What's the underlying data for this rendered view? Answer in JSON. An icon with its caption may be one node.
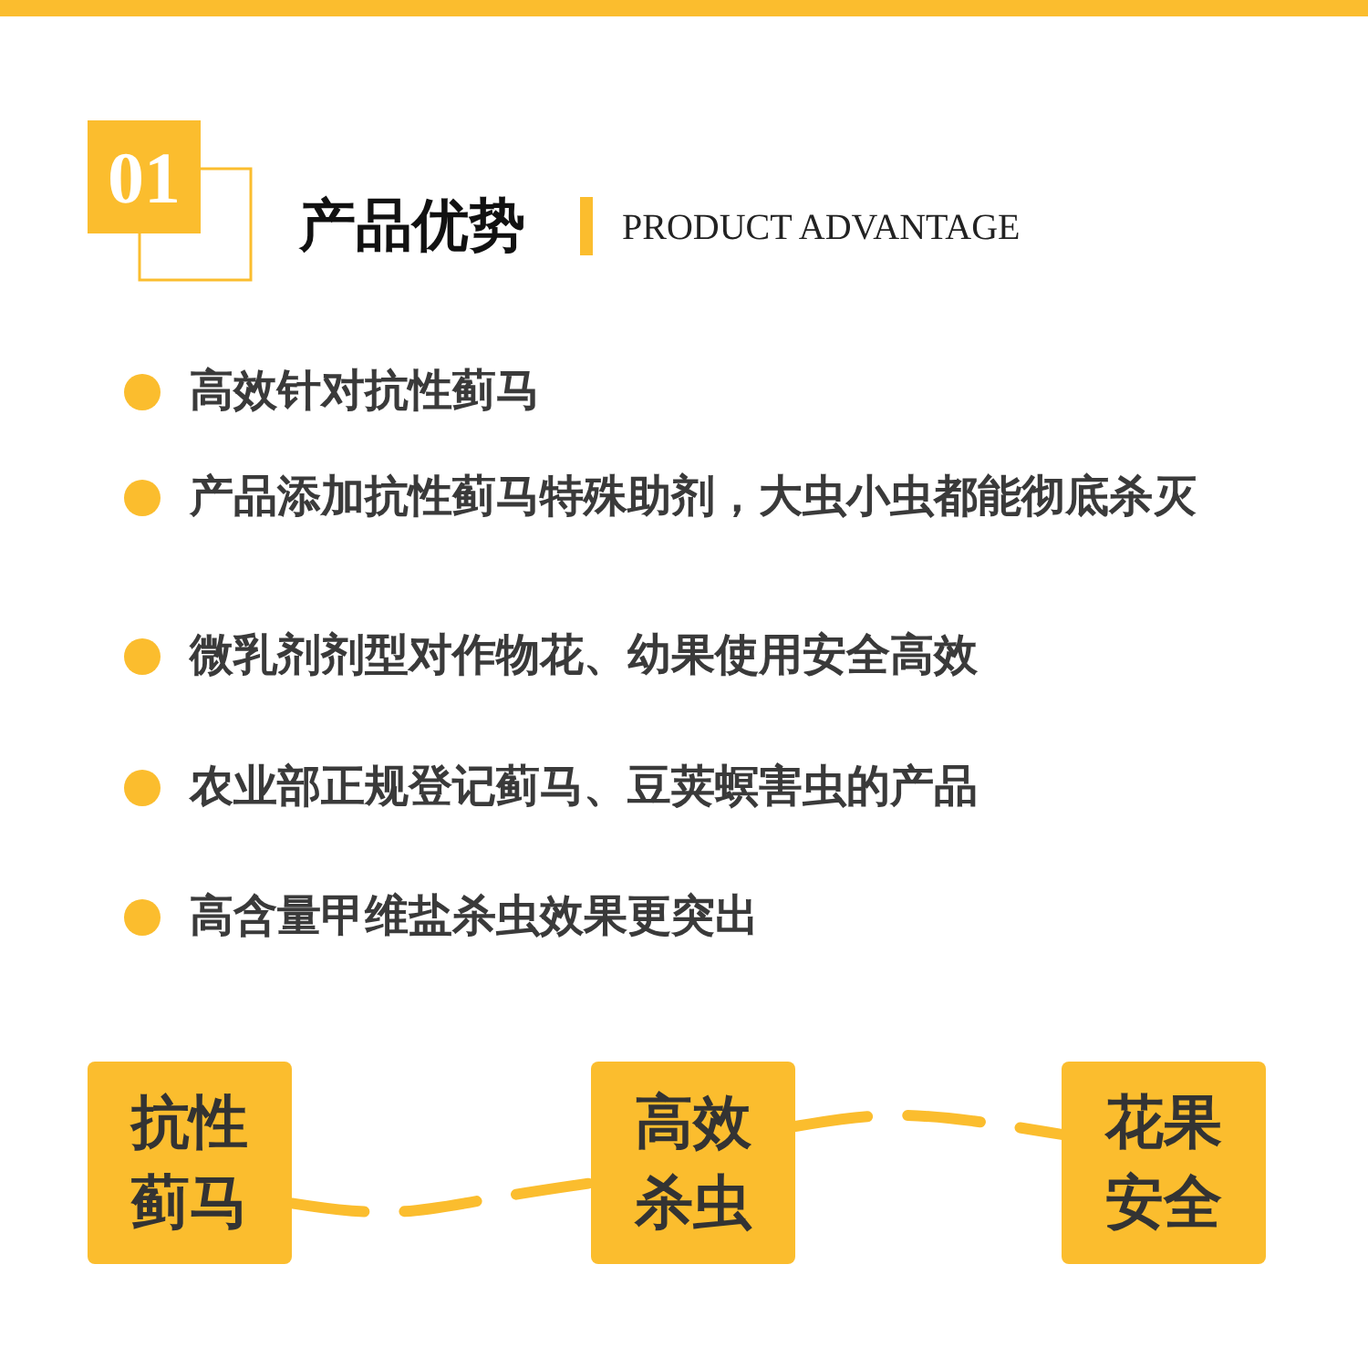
{
  "diagram": {
    "title": "产品优势",
    "nodes": [
      {
        "text": [
          "抗性蓟马"
        ]
      },
      {
        "text": [
          "高效杀虫"
        ]
      },
      {
        "text": [
          "花果安全"
        ]
      }
    ],
    "edges": [
      {
        "from": 0,
        "to": 1,
        "arrow": "none",
        "style": "dashed"
      },
      {
        "from": 1,
        "to": 2,
        "arrow": "none",
        "style": "dashed"
      }
    ],
    "labels": [
      "01",
      "PRODUCT ADVANTAGE",
      "高效针对抗性蓟马",
      "产品添加抗性蓟马特殊助剂，大虫小虫都能彻底杀灭",
      "微乳剂剂型对作物花、幼果使用安全高效",
      "农业部正规登记蓟马、豆荚螟害虫的产品",
      "高含量甲维盐杀虫效果更突出"
    ]
  }
}
